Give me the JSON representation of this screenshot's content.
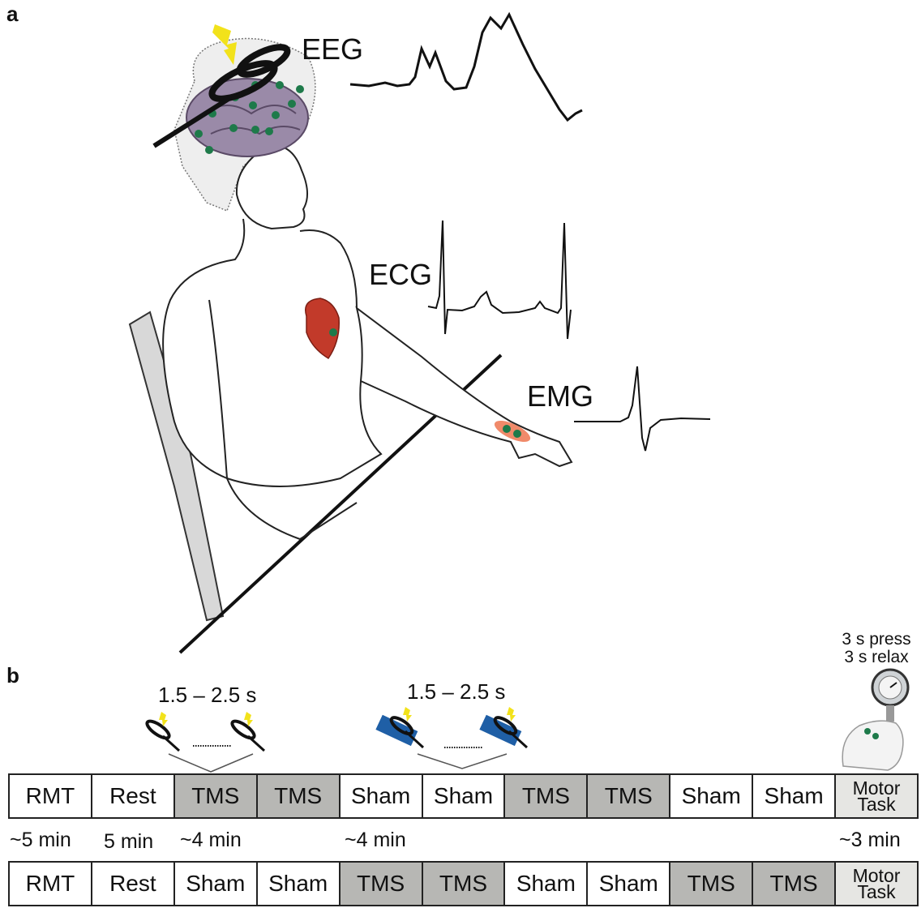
{
  "panel_a": {
    "label": "a",
    "signals": {
      "eeg": "EEG",
      "ecg": "ECG",
      "emg": "EMG"
    }
  },
  "panel_b": {
    "label": "b",
    "interval_tms": "1.5 – 2.5 s",
    "interval_sham": "1.5 – 2.5 s",
    "motor_instructions": {
      "line1": "3 s press",
      "line2": "3 s relax"
    },
    "sequence_1": [
      "RMT",
      "Rest",
      "TMS",
      "TMS",
      "Sham",
      "Sham",
      "TMS",
      "TMS",
      "Sham",
      "Sham",
      "Motor Task"
    ],
    "sequence_2": [
      "RMT",
      "Rest",
      "Sham",
      "Sham",
      "TMS",
      "TMS",
      "Sham",
      "Sham",
      "TMS",
      "TMS",
      "Motor Task"
    ],
    "durations": {
      "rmt": "~5 min",
      "rest": "5 min",
      "tms_block": "~4 min",
      "sham_block": "~4 min",
      "motor": "~3 min"
    }
  },
  "colors": {
    "electrode": "#1e7a4a",
    "lightning": "#f2e21b",
    "tms_cell": "#b7b7b4",
    "motor_cell": "#e6e6e3",
    "sham_pad": "#1f5fa6",
    "brain": "#9a8aa8",
    "heart": "#c23a2a",
    "muscle": "#f08a6a"
  }
}
